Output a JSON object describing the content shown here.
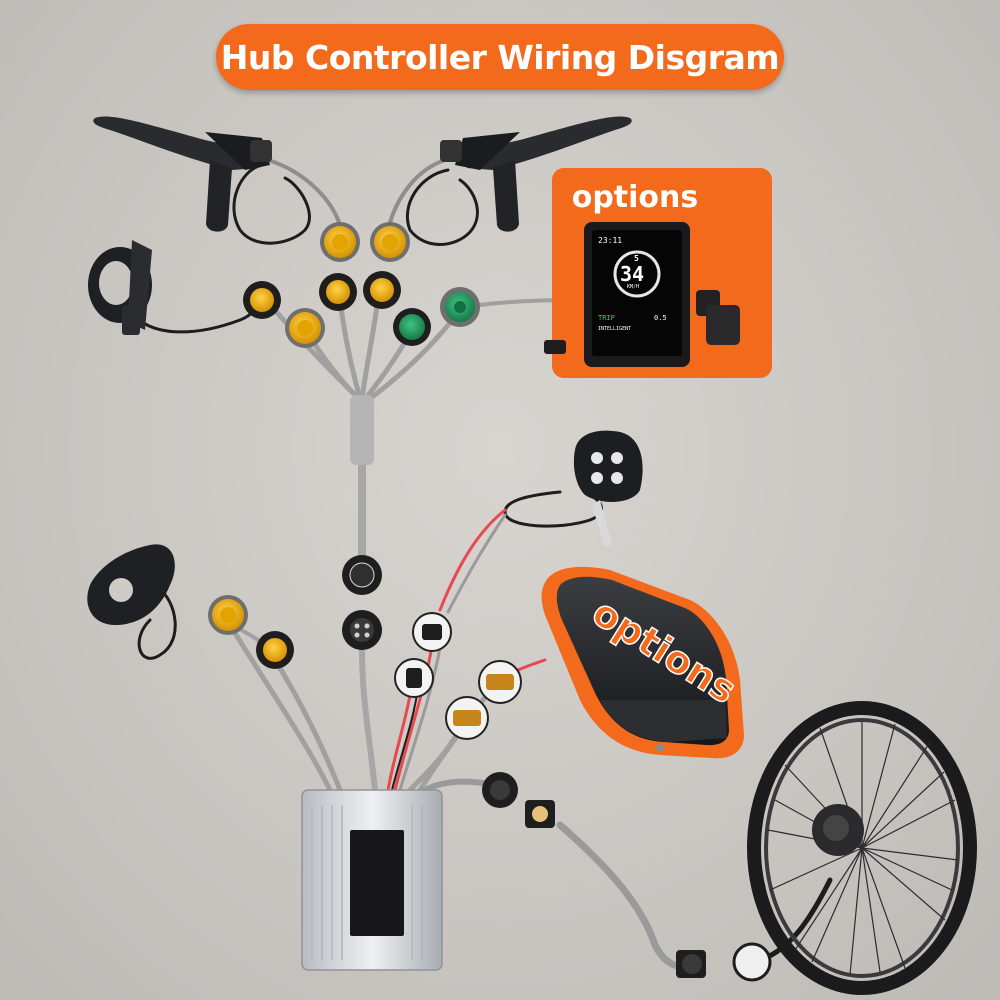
{
  "header": {
    "title": "Hub Controller Wiring Disgram"
  },
  "badges": {
    "display_option": "options",
    "battery_option": "options"
  },
  "display": {
    "time": "23:11",
    "level": "5",
    "speed": "34",
    "unit": "KM/H",
    "trip_label": "TRIP",
    "trip_value": "0.5",
    "mode": "INTELLIGENT"
  },
  "colors": {
    "accent": "#f36a1c",
    "connector_yellow": "#f0b400",
    "connector_green": "#1e9a5a",
    "connector_black": "#1e1e1e",
    "cable_gray": "#9a9a9a",
    "cable_red": "#e8484f"
  },
  "components": [
    {
      "name": "left-brake-lever-icon"
    },
    {
      "name": "right-brake-lever-icon"
    },
    {
      "name": "thumb-throttle-icon"
    },
    {
      "name": "lcd-display-icon"
    },
    {
      "name": "headlight-icon"
    },
    {
      "name": "battery-pack-icon"
    },
    {
      "name": "pas-sensor-icon"
    },
    {
      "name": "controller-box-icon"
    },
    {
      "name": "hub-motor-wheel-icon"
    }
  ]
}
